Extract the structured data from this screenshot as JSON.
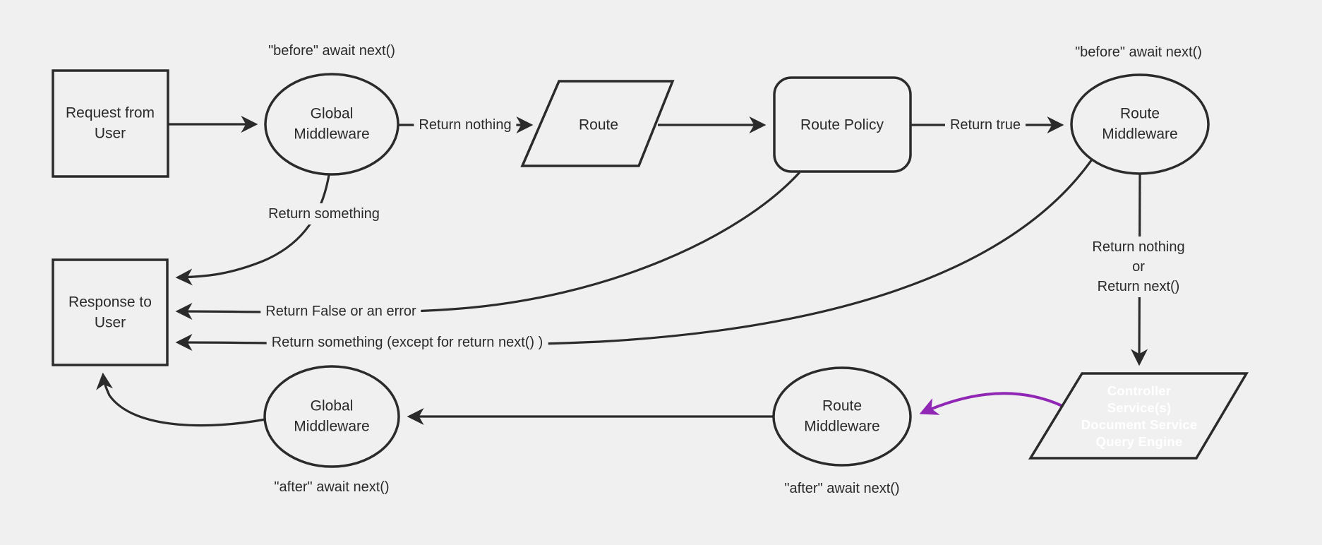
{
  "diagram": {
    "background_color": "#f0f0f0",
    "line_color": "#2b2b2b",
    "purple_fill": "#8B21A9",
    "purple_arrow_color": "#9128B5",
    "nodes": {
      "request": {
        "label": "Request from\nUser",
        "shape": "rectangle"
      },
      "global_middleware_top": {
        "label": "Global\nMiddleware",
        "shape": "ellipse"
      },
      "route": {
        "label": "Route",
        "shape": "parallelogram"
      },
      "route_policy": {
        "label": "Route Policy",
        "shape": "rounded-rectangle"
      },
      "route_middleware_top": {
        "label": "Route\nMiddleware",
        "shape": "ellipse"
      },
      "controller": {
        "label": "Controller\nService(s)\nDocument Service\nQuery Engine",
        "shape": "parallelogram",
        "fill": "#8B21A9",
        "text_color": "#ffffff"
      },
      "route_middleware_bottom": {
        "label": "Route\nMiddleware",
        "shape": "ellipse"
      },
      "global_middleware_bottom": {
        "label": "Global\nMiddleware",
        "shape": "ellipse"
      },
      "response": {
        "label": "Response to\nUser",
        "shape": "rectangle"
      }
    },
    "edge_labels": {
      "before_await_top_left": "\"before\" await next()",
      "before_await_top_right": "\"before\" await next()",
      "after_await_bottom_left": "\"after\" await next()",
      "after_await_bottom_right": "\"after\" await next()",
      "return_nothing": "Return nothing",
      "return_true": "Return true",
      "return_something": "Return something",
      "return_false_or_error": "Return False or an error",
      "return_something_except": "Return something (except for return next() )",
      "return_nothing_or_next": "Return nothing\nor\nReturn next()"
    }
  }
}
